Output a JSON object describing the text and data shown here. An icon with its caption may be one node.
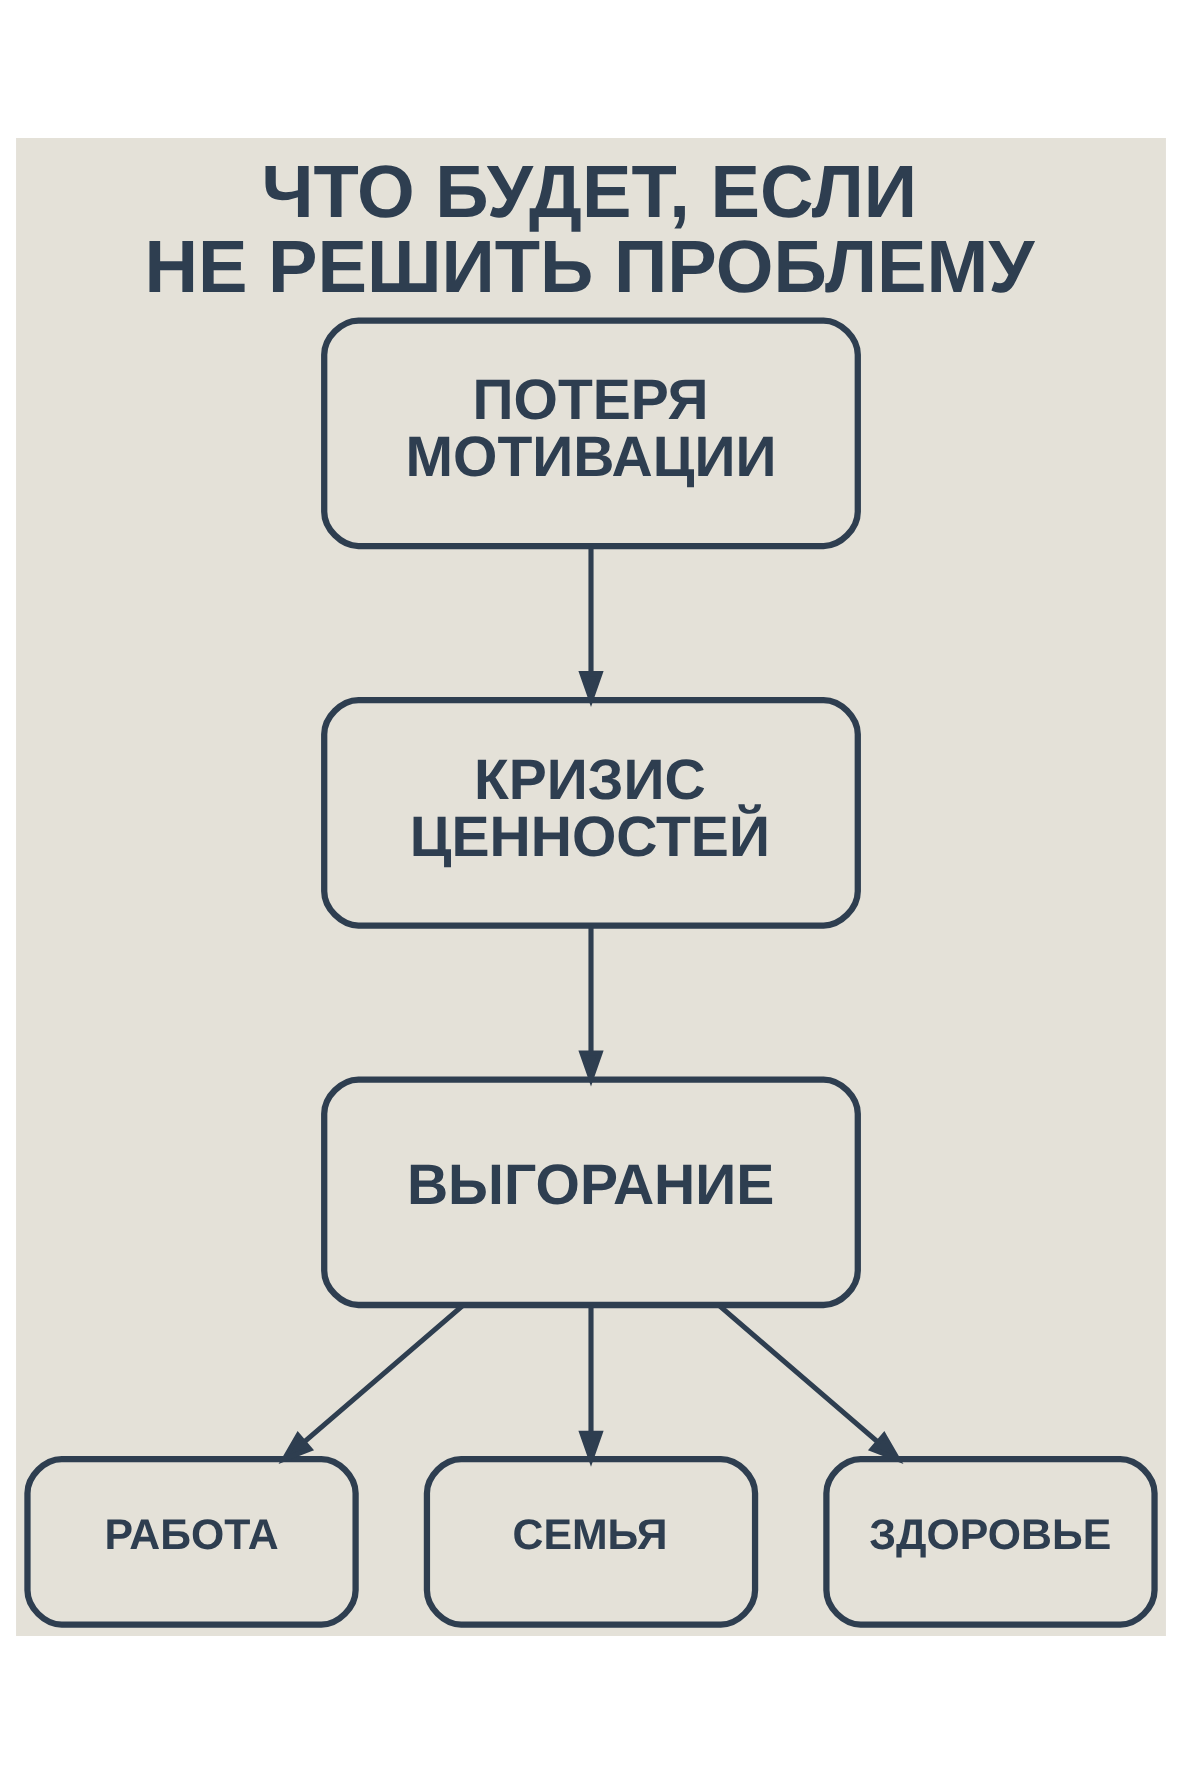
{
  "diagram": {
    "title": "ЧТО БУДЕТ, ЕСЛИ НЕ РЕШИТЬ ПРОБЛЕМУ",
    "nodes": [
      {
        "text": [
          "ПОТЕРЯ МОТИВАЦИИ"
        ]
      },
      {
        "text": [
          "КРИЗИС ЦЕННОСТЕЙ"
        ]
      },
      {
        "text": [
          "ВЫГОРАНИЕ"
        ]
      },
      {
        "text": [
          "РАБОТА"
        ]
      },
      {
        "text": [
          "СЕМЬЯ"
        ]
      },
      {
        "text": [
          "ЗДОРОВЬЕ"
        ]
      }
    ],
    "edges": [
      {
        "from": 0,
        "to": 1,
        "arrow": "to"
      },
      {
        "from": 1,
        "to": 2,
        "arrow": "to"
      },
      {
        "from": 2,
        "to": 3,
        "arrow": "to"
      },
      {
        "from": 2,
        "to": 4,
        "arrow": "to"
      },
      {
        "from": 2,
        "to": 5,
        "arrow": "to"
      }
    ]
  }
}
